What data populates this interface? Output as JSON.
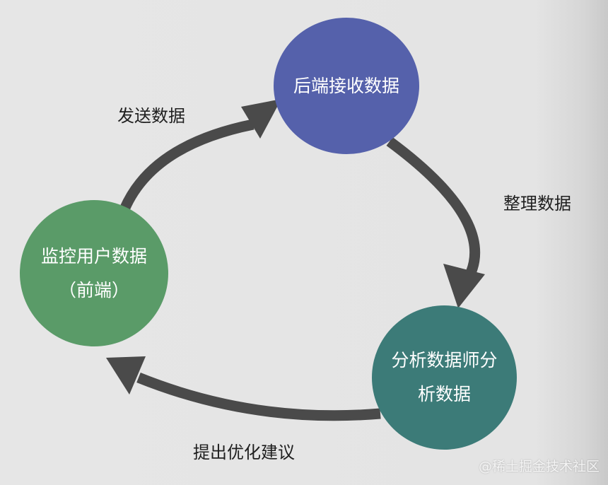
{
  "diagram": {
    "nodes": {
      "backend": {
        "label": "后端接收数据",
        "color": "#5561ab"
      },
      "frontend": {
        "line1": "监控用户数据",
        "line2": "（前端）",
        "color": "#5a9b68"
      },
      "analyst": {
        "line1": "分析数据师分",
        "line2": "析数据",
        "color": "#3c7b78"
      }
    },
    "edges": {
      "send": "发送数据",
      "organize": "整理数据",
      "suggest": "提出优化建议"
    },
    "arrow_color": "#4a4a4a"
  },
  "watermark": "@稀土掘金技术社区"
}
